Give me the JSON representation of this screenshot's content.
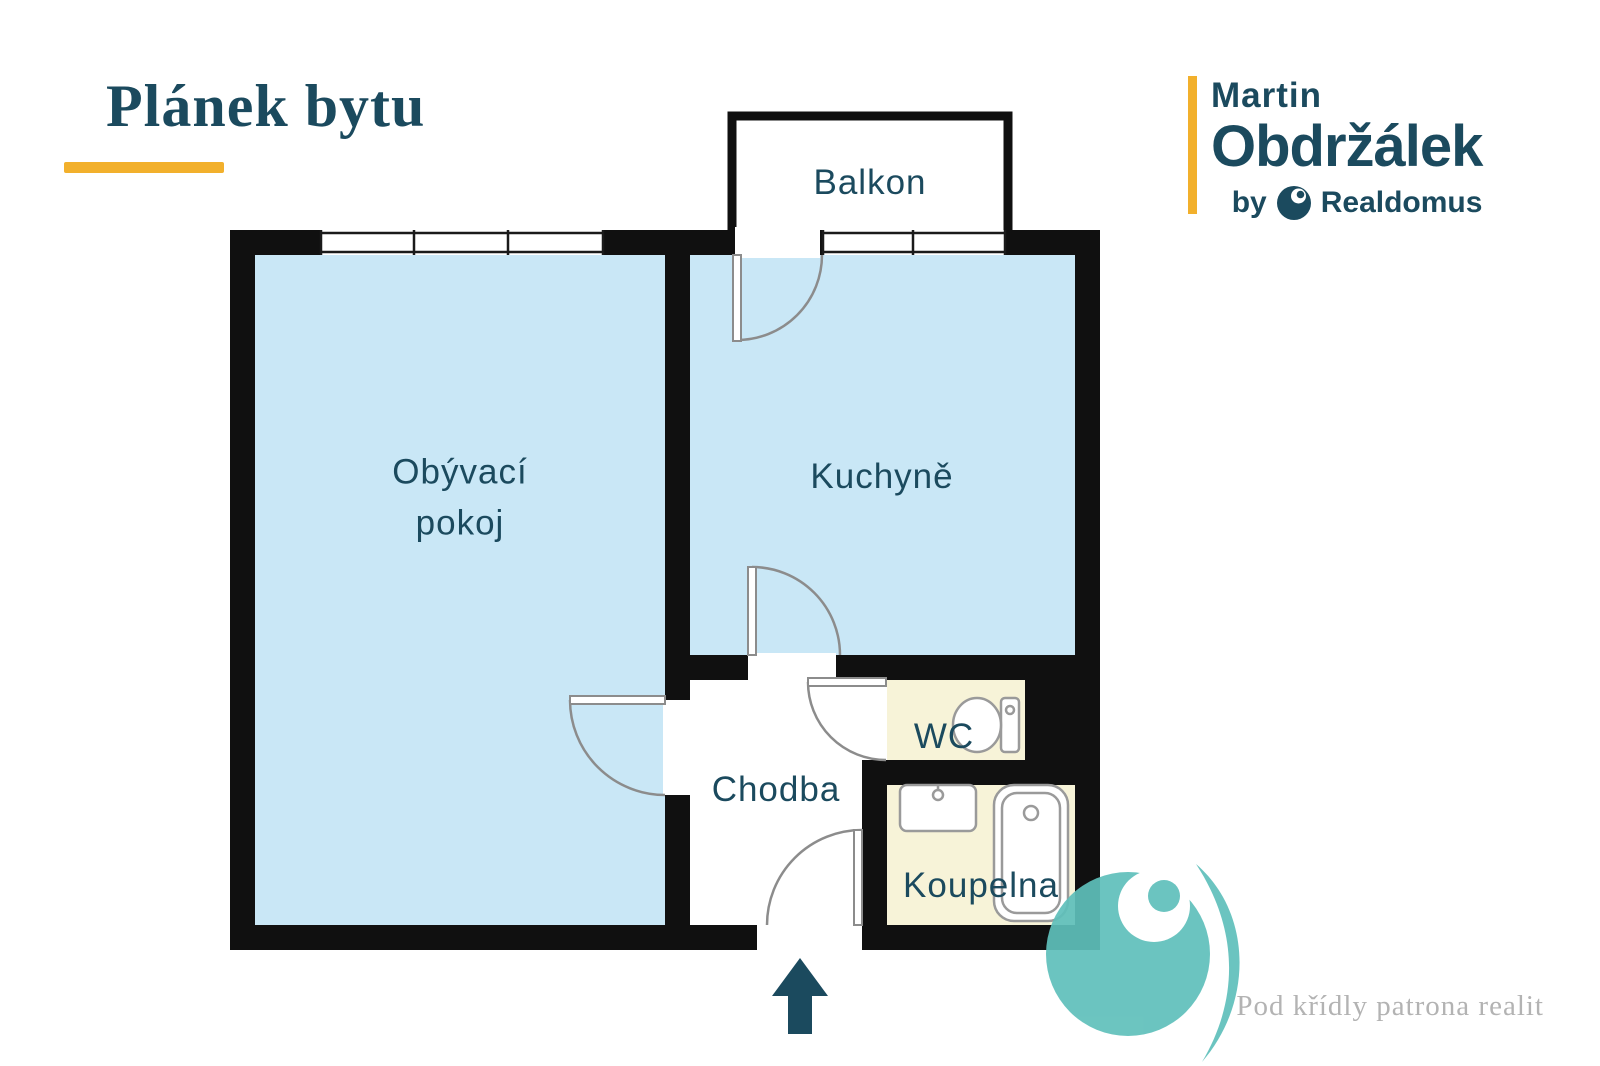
{
  "title": {
    "text": "Plánek bytu"
  },
  "brand": {
    "first_name": "Martin",
    "last_name": "Obdržálek",
    "by_label": "by",
    "company": "Realdomus"
  },
  "floor_plan": {
    "rooms": {
      "balcony": "Balkon",
      "living_room": "Obývací pokoj",
      "kitchen": "Kuchyně",
      "hallway": "Chodba",
      "wc": "WC",
      "bathroom": "Koupelna"
    },
    "fixtures": [
      "toilet-icon",
      "sink-icon",
      "bathtub-icon"
    ],
    "entrance_marker": "entrance-arrow-icon"
  },
  "footer": {
    "tagline": "Pod křídly patrona realit"
  },
  "colors": {
    "navy": "#1b4a5e",
    "yellow": "#f2b02c",
    "room_blue": "#c9e7f6",
    "room_cream": "#f7f3d8",
    "wall_black": "#101010",
    "watermark_teal": "#5fc0bb"
  }
}
